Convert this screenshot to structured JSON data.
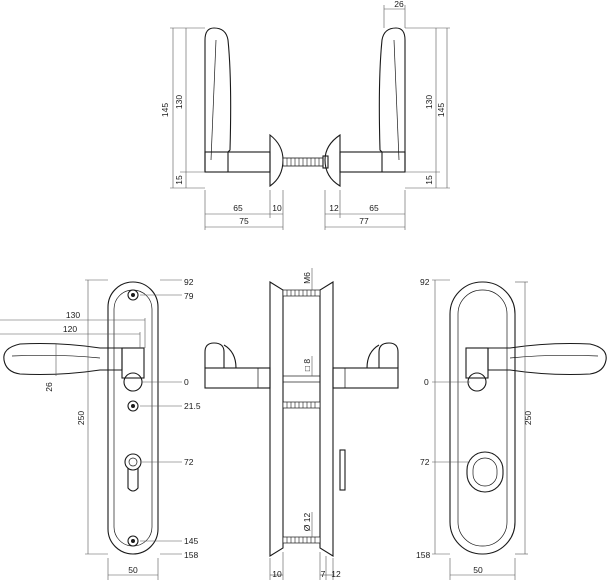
{
  "top_left_view": {
    "height_total": "145",
    "height_grip": "130",
    "height_base": "15",
    "width_grip": "65",
    "width_rose": "10",
    "width_total": "75"
  },
  "top_right_view": {
    "grip_width": "26",
    "height_grip": "130",
    "height_total": "145",
    "height_base": "15",
    "width_rose": "12",
    "width_grip": "65",
    "width_total": "77"
  },
  "bottom_left_view": {
    "top": "92",
    "hole_top": "79",
    "lever_reach": "130",
    "lever_reach_inner": "120",
    "lever_thickness": "26",
    "height": "250",
    "axis": "0",
    "screw_mid": "21.5",
    "cylinder": "72",
    "hole_bottom": "145",
    "bottom": "158",
    "width": "50"
  },
  "bottom_center_view": {
    "thread": "M6",
    "square": "□ 8",
    "diameter": "Ø 12",
    "thick_left": "10",
    "thick_mid": "7",
    "thick_right": "12"
  },
  "bottom_right_view": {
    "top": "92",
    "axis": "0",
    "cylinder": "72",
    "height": "250",
    "bottom": "158",
    "width": "50"
  }
}
